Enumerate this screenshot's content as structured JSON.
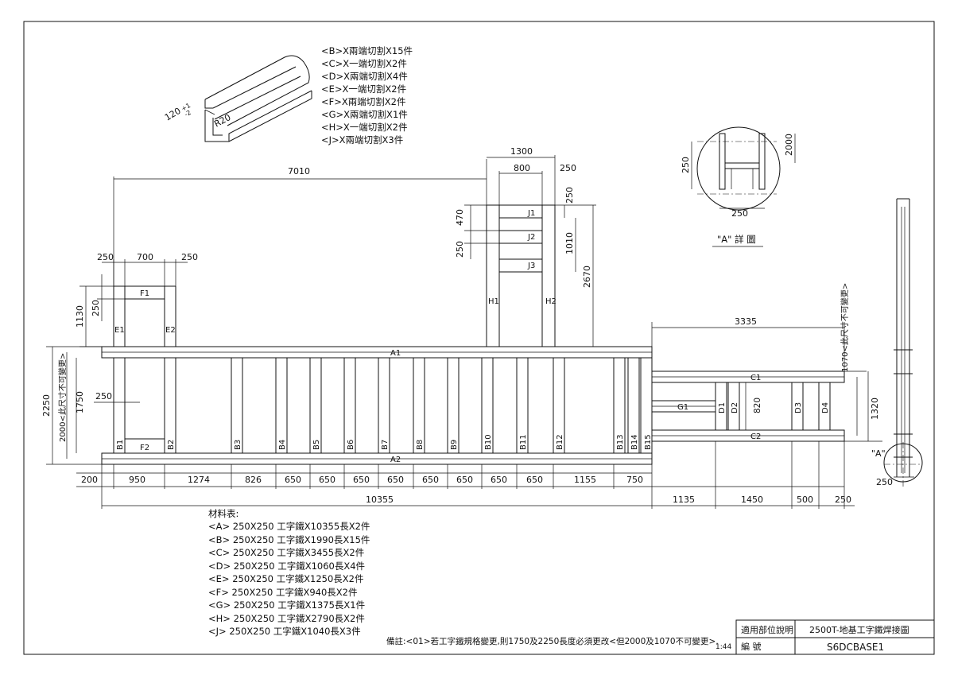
{
  "cut_list": [
    "<B>X兩端切割X15件",
    "<C>X一端切割X2件",
    "<D>X兩端切割X4件",
    "<E>X一端切割X2件",
    "<F>X兩端切割X2件",
    "<G>X兩端切割X1件",
    "<H>X一端切割X2件",
    "<J>X兩端切割X3件"
  ],
  "section_labels": {
    "flange": "120",
    "flange_tol": "+1\n-2",
    "radius": "R20"
  },
  "detail": {
    "title": "\"A\" 詳 圖",
    "height_dim": "250",
    "width_dim": "250",
    "depth_dim": "2000"
  },
  "dims": {
    "top_7010": "7010",
    "top_1300": "1300",
    "top_800": "800",
    "top_250_right": "250",
    "h_250_top": "250",
    "h_470": "470",
    "h_250_left": "250",
    "h_1010": "1010",
    "h_2670": "2670",
    "f_250_left": "250",
    "f_700": "700",
    "f_250_right": "250",
    "f_1130": "1130",
    "f_250_v": "250",
    "left_2250": "2250",
    "left_2000": "2000<此尺寸不可變更>",
    "left_1750": "1750",
    "inner_250": "250",
    "r_3335": "3335",
    "r_1070": "1070<此尺寸不可變更>",
    "r_820": "820",
    "r_1320": "1320",
    "bottom_total": "10355",
    "side_250": "250",
    "side_label": "\"A\""
  },
  "bottom_dims": [
    "200",
    "950",
    "1274",
    "826",
    "650",
    "650",
    "650",
    "650",
    "650",
    "650",
    "650",
    "650",
    "1155",
    "750"
  ],
  "right_bottom_dims": [
    "1135",
    "1450",
    "500",
    "250"
  ],
  "members": {
    "A1": "A1",
    "A2": "A2",
    "E1": "E1",
    "E2": "E2",
    "F1": "F1",
    "F2": "F2",
    "H1": "H1",
    "H2": "H2",
    "J1": "J1",
    "J2": "J2",
    "J3": "J3",
    "C1": "C1",
    "C2": "C2",
    "G1": "G1",
    "D1": "D1",
    "D2": "D2",
    "D3": "D3",
    "D4": "D4",
    "B": [
      "B1",
      "B2",
      "B3",
      "B4",
      "B5",
      "B6",
      "B7",
      "B8",
      "B9",
      "B10",
      "B11",
      "B12",
      "B13",
      "B14",
      "B15"
    ]
  },
  "materials": {
    "title": "材料表:",
    "rows": [
      "<A>  250X250  工字鐵X10355長X2件",
      "<B>  250X250  工字鐵X1990長X15件",
      "<C>  250X250  工字鐵X3455長X2件",
      "<D>  250X250  工字鐵X1060長X4件",
      "<E>  250X250  工字鐵X1250長X2件",
      "<F>  250X250  工字鐵X940長X2件",
      "<G>  250X250  工字鐵X1375長X1件",
      "<H>  250X250  工字鐵X2790長X2件",
      "<J>  250X250  工字鐵X1040長X3件"
    ]
  },
  "note": "備註:<01>若工字鐵規格變更,則1750及2250長度必須更改<但2000及1070不可變更>.",
  "scale": "1:44",
  "title_block": {
    "label1": "適用部位說明",
    "value1": "2500T-地基工字鐵焊接圖",
    "label2": "編      號",
    "value2": "S6DCBASE1"
  }
}
